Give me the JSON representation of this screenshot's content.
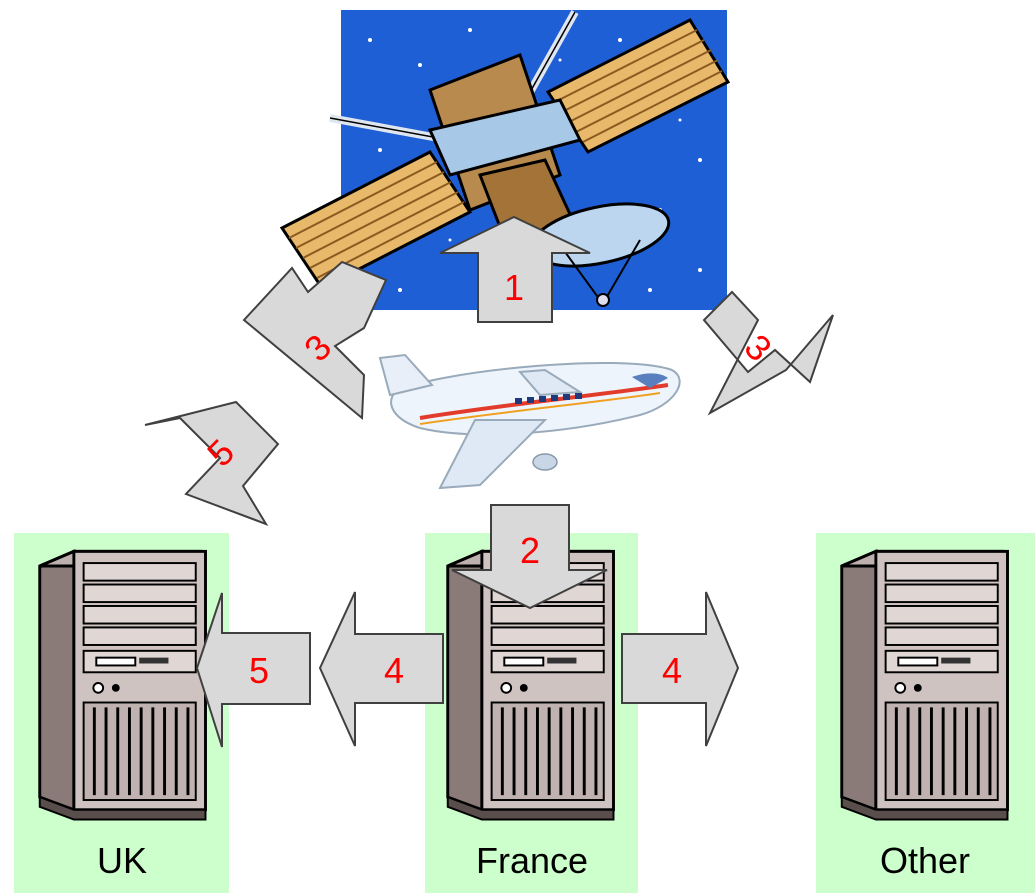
{
  "servers": [
    {
      "id": "uk",
      "label": "UK"
    },
    {
      "id": "france",
      "label": "France"
    },
    {
      "id": "other",
      "label": "Other"
    }
  ],
  "steps": {
    "uplink": "1",
    "downlink_france": "2",
    "broadcast_left": "3",
    "broadcast_right": "3",
    "france_to_uk": "4",
    "france_to_other": "4",
    "relay_to_uk": "5",
    "direct_to_uk": "5"
  },
  "icons": {
    "satellite": "satellite-icon",
    "airplane": "airplane-icon",
    "server": "server-tower-icon"
  },
  "colors": {
    "server_panel": "#ccffcc",
    "space": "#1f5fd6",
    "arrow_fill": "#d9d9d9",
    "arrow_stroke": "#404040",
    "step_number": "#ff0000"
  }
}
